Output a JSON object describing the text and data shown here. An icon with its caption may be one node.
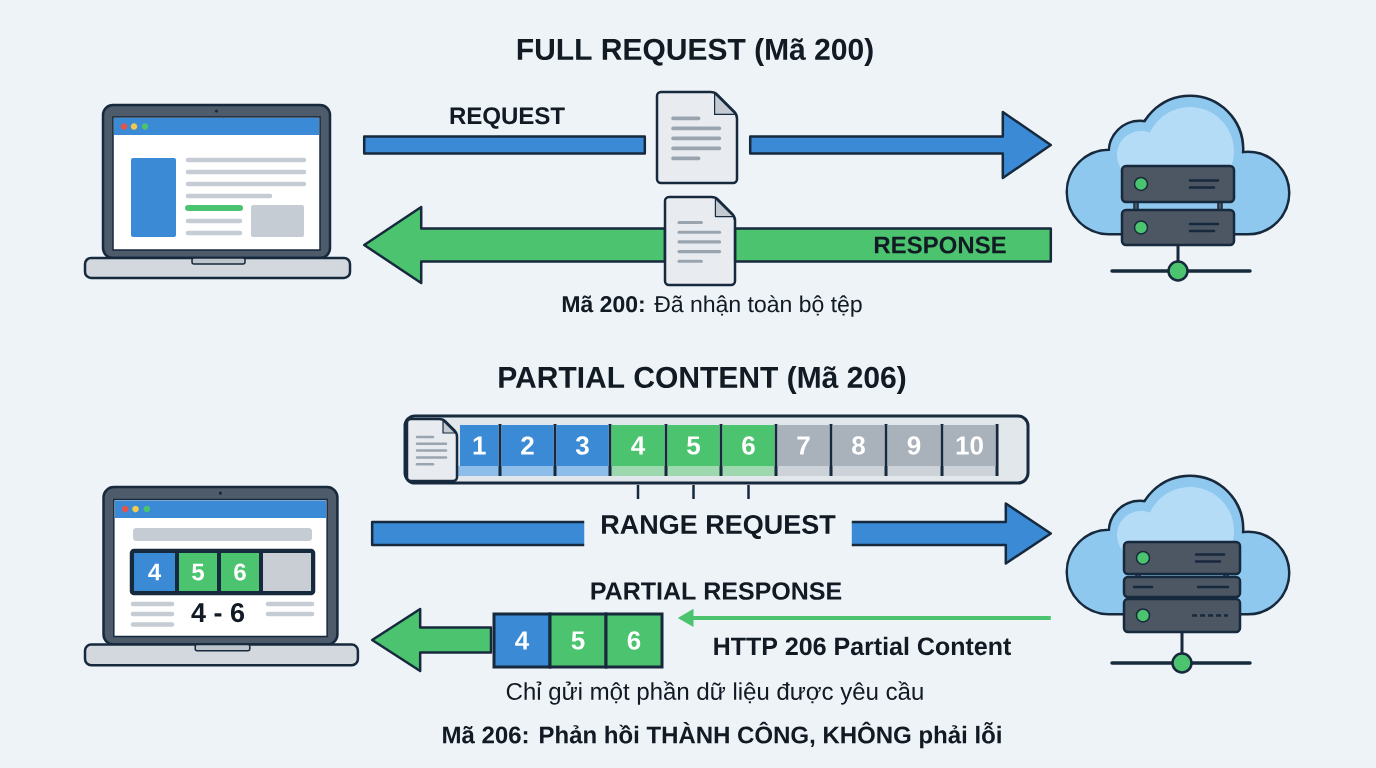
{
  "diagram": {
    "nodes": [
      {
        "text": [],
        "shape": "laptop"
      },
      {
        "text": [],
        "shape": "document"
      },
      {
        "text": [],
        "shape": "cloud"
      },
      {
        "text": [],
        "shape": "document"
      },
      {
        "text": [],
        "shape": "bar"
      },
      {
        "text": [
          "1"
        ],
        "in": 4
      },
      {
        "text": [
          "2"
        ],
        "in": 4
      },
      {
        "text": [
          "3"
        ],
        "in": 4
      },
      {
        "text": [
          "4"
        ],
        "in": 4
      },
      {
        "text": [
          "5"
        ],
        "in": 4
      },
      {
        "text": [
          "6"
        ],
        "in": 4
      },
      {
        "text": [
          "7"
        ],
        "in": 4
      },
      {
        "text": [
          "8"
        ],
        "in": 4
      },
      {
        "text": [
          "9"
        ],
        "in": 4
      },
      {
        "text": [
          "10"
        ],
        "in": 4
      },
      {
        "text": [
          "4 - 6"
        ]
      },
      {
        "text": [
          "4"
        ],
        "in": 15
      },
      {
        "text": [
          "5"
        ],
        "in": 15
      },
      {
        "text": [
          "6"
        ],
        "in": 15
      },
      {
        "text": [],
        "shape": "box",
        "in": 15
      },
      {
        "text": [],
        "shape": "cloud"
      },
      {
        "text": [
          "4"
        ]
      },
      {
        "text": [
          "5"
        ]
      },
      {
        "text": [
          "6"
        ]
      }
    ],
    "edges": [
      {
        "from": 0,
        "to": 1,
        "arrow": "none",
        "label": "REQUEST",
        "style": "thick",
        "color": "#3a8ad6"
      },
      {
        "from": 1,
        "to": 2,
        "arrow": "to",
        "style": "thick",
        "color": "#3a8ad6"
      },
      {
        "from": 2,
        "to": 3,
        "arrow": "none",
        "label": "RESPONSE",
        "style": "thick"
      },
      {
        "from": 3,
        "to": 0,
        "arrow": "to",
        "style": "thick"
      },
      {
        "from": 15,
        "to": 20,
        "arrow": "to",
        "label": "RANGE REQUEST",
        "style": "thick",
        "color": "#3a8ad6"
      },
      {
        "from": 21,
        "to": 15,
        "arrow": "to",
        "style": "thick"
      },
      {
        "from": 20,
        "to": 23,
        "arrow": "to",
        "label": "PARTIAL RESPONSE"
      }
    ],
    "labels": [
      "FULL REQUEST (Mã 200)",
      "**Mã 200:** Đã nhận toàn bộ tệp",
      "PARTIAL CONTENT (Mã 206)",
      "HTTP 206 Partial Content",
      "Chỉ gửi một phần dữ liệu được yêu cầu",
      "Mã 206: Phản hồi THÀNH CÔNG, KHÔNG phải lỗi"
    ]
  }
}
